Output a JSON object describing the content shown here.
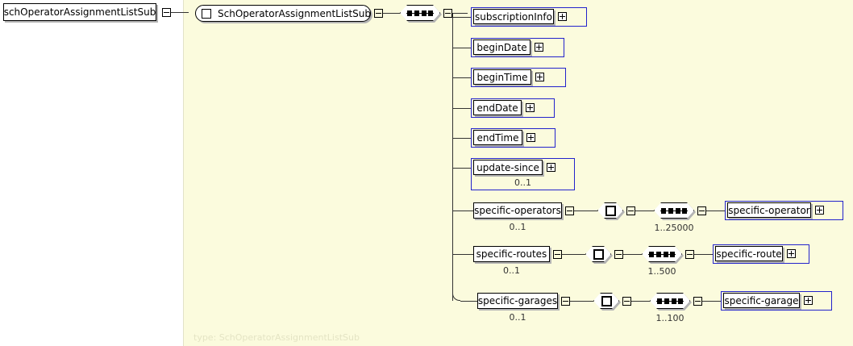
{
  "diagram": {
    "kind": "xsd-schema-tree",
    "root_element": {
      "label": "schOperatorAssignmentListSub",
      "toggle": "minus"
    },
    "complex_type": {
      "label": "SchOperatorAssignmentListSub",
      "toggle": "minus"
    },
    "compositor": {
      "kind": "sequence",
      "toggle": "minus"
    },
    "type_footer": "type: SchOperatorAssignmentListSub",
    "children": [
      {
        "label": "subscriptionInfo",
        "toggle": "plus",
        "boxed": true,
        "cardinality": ""
      },
      {
        "label": "beginDate",
        "toggle": "plus",
        "boxed": true,
        "cardinality": ""
      },
      {
        "label": "beginTime",
        "toggle": "plus",
        "boxed": true,
        "cardinality": ""
      },
      {
        "label": "endDate",
        "toggle": "plus",
        "boxed": true,
        "cardinality": ""
      },
      {
        "label": "endTime",
        "toggle": "plus",
        "boxed": true,
        "cardinality": ""
      },
      {
        "label": "update-since",
        "toggle": "plus",
        "boxed": true,
        "cardinality": "0..1"
      },
      {
        "label": "specific-operators",
        "toggle": "minus",
        "boxed": false,
        "cardinality": "0..1",
        "group": {
          "toggle": "minus"
        },
        "sequence": {
          "toggle": "minus",
          "cardinality": "1..25000"
        },
        "leaf": {
          "label": "specific-operator",
          "toggle": "plus"
        }
      },
      {
        "label": "specific-routes",
        "toggle": "minus",
        "boxed": false,
        "cardinality": "0..1",
        "group": {
          "toggle": "minus"
        },
        "sequence": {
          "toggle": "minus",
          "cardinality": "1..500"
        },
        "leaf": {
          "label": "specific-route",
          "toggle": "plus"
        }
      },
      {
        "label": "specific-garages",
        "toggle": "minus",
        "boxed": false,
        "cardinality": "0..1",
        "group": {
          "toggle": "minus"
        },
        "sequence": {
          "toggle": "minus",
          "cardinality": "1..100"
        },
        "leaf": {
          "label": "specific-garage",
          "toggle": "plus"
        }
      }
    ]
  },
  "colors": {
    "panel_background": "#fbfbdd",
    "reference_border": "#2222cc",
    "line": "#333333",
    "shadow": "#b4b4b4",
    "footer_text": "#e4e4c4"
  }
}
